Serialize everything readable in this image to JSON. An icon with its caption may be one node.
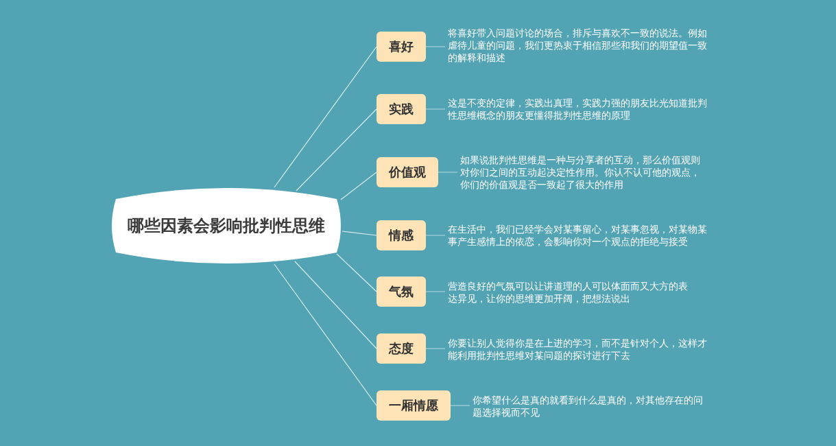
{
  "diagram": {
    "nodes": [
      {
        "text": [
          "哪些因素会影响批判性思维"
        ]
      },
      {
        "text": [
          "喜好"
        ]
      },
      {
        "text": [
          "实践"
        ]
      },
      {
        "text": [
          "价值观"
        ]
      },
      {
        "text": [
          "情感"
        ]
      },
      {
        "text": [
          "气氛"
        ]
      },
      {
        "text": [
          "态度"
        ]
      },
      {
        "text": [
          "一厢情愿"
        ]
      },
      {
        "text": [
          "将喜好带入问题讨论的场合，排斥与喜欢不一致的说法。例如虐待儿童的问题，我们更热衷于相信那些和我们的期望值一致的解释和描述"
        ]
      },
      {
        "text": [
          "这是不变的定律，实践出真理，实践力强的朋友比光知道批判性思维概念的朋友更懂得批判性思维的原理"
        ]
      },
      {
        "text": [
          "如果说批判性思维是一种与分享者的互动，那么价值观则对你们之间的互动起决定性作用。你认不认可他的观点，你们的价值观是否一致起了很大的作用"
        ]
      },
      {
        "text": [
          "在生活中，我们已经学会对某事留心，对某事忽视，对某物某事产生感情上的依恋，会影响你对一个观点的拒绝与接受"
        ]
      },
      {
        "text": [
          "营造良好的气氛可以让讲道理的人可以体面而又大方的表达异见，让你的思维更加开阔，把想法说出"
        ]
      },
      {
        "text": [
          "你要让别人觉得你是在上进的学习，而不是针对个人，这样才能利用批判性思维对某问题的探讨进行下去"
        ]
      },
      {
        "text": [
          "你希望什么是真的就看到什么是真的，对其他存在的问题选择视而不见"
        ]
      }
    ],
    "edges": [
      {
        "from": 0,
        "to": 1,
        "arrow": "none"
      },
      {
        "from": 0,
        "to": 2,
        "arrow": "none"
      },
      {
        "from": 0,
        "to": 3,
        "arrow": "none"
      },
      {
        "from": 0,
        "to": 4,
        "arrow": "none"
      },
      {
        "from": 0,
        "to": 5,
        "arrow": "none"
      },
      {
        "from": 0,
        "to": 6,
        "arrow": "none"
      },
      {
        "from": 0,
        "to": 7,
        "arrow": "none"
      },
      {
        "from": 1,
        "to": 8,
        "arrow": "none"
      },
      {
        "from": 2,
        "to": 9,
        "arrow": "none"
      },
      {
        "from": 3,
        "to": 10,
        "arrow": "none"
      },
      {
        "from": 4,
        "to": 11,
        "arrow": "none"
      },
      {
        "from": 5,
        "to": 12,
        "arrow": "none"
      },
      {
        "from": 6,
        "to": 13,
        "arrow": "none"
      },
      {
        "from": 7,
        "to": 14,
        "arrow": "none"
      }
    ]
  }
}
